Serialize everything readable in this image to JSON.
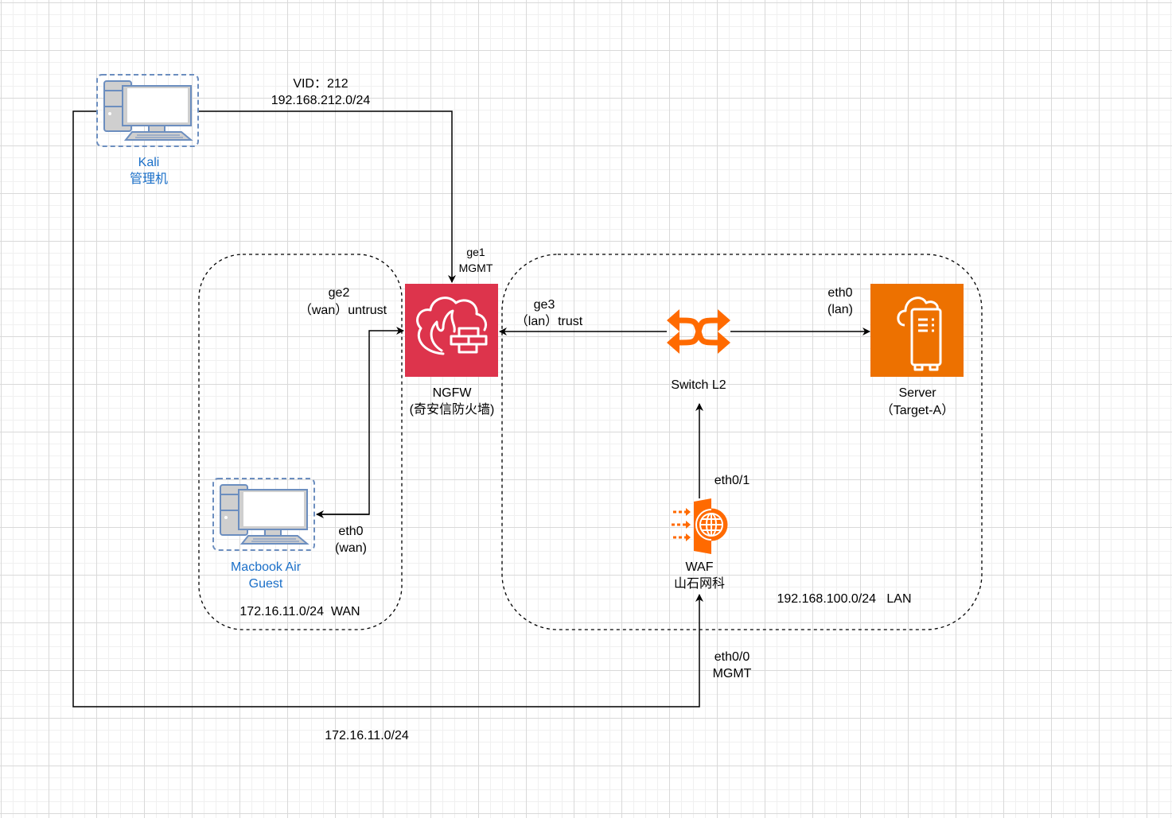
{
  "colors": {
    "firewall": "#dd344c",
    "aws_orange": "#ed7100",
    "switch_orange": "#ff6a00",
    "pc_outline": "#6c8ebf",
    "pc_fill": "#cfcfcf",
    "label_blue": "#1a6fc8",
    "line": "#000000"
  },
  "nodes": {
    "kali": {
      "icon": "desktop-computer-icon",
      "line1": "Kali",
      "line2": "管理机"
    },
    "macbook": {
      "icon": "desktop-computer-icon",
      "line1": "Macbook Air",
      "line2": "Guest"
    },
    "ngfw": {
      "icon": "firewall-icon",
      "line1": "NGFW",
      "line2": "(奇安信防火墙)"
    },
    "switch": {
      "icon": "switch-shuffle-icon",
      "label": "Switch L2"
    },
    "server": {
      "icon": "cloud-server-icon",
      "line1": "Server",
      "line2": "（Target-A）"
    },
    "waf": {
      "icon": "waf-globe-icon",
      "line1": "WAF",
      "line2": "山石网科"
    }
  },
  "links": {
    "kali_ngfw_vid": "VID：212",
    "kali_ngfw_subnet": "192.168.212.0/24",
    "ge1": "ge1",
    "ge1_role": "MGMT",
    "ge2": "ge2",
    "ge2_role": "（wan）untrust",
    "ge3": "ge3",
    "ge3_role": "（lan）trust",
    "server_eth0": "eth0",
    "server_eth0_role": "(lan)",
    "mac_eth0": "eth0",
    "mac_eth0_role": "(wan)",
    "waf_eth01": "eth0/1",
    "waf_eth00": "eth0/0",
    "waf_eth00_role": "MGMT",
    "mgmt_subnet": "172.16.11.0/24"
  },
  "zones": {
    "wan": "172.16.11.0/24  WAN",
    "lan": "192.168.100.0/24   LAN"
  }
}
